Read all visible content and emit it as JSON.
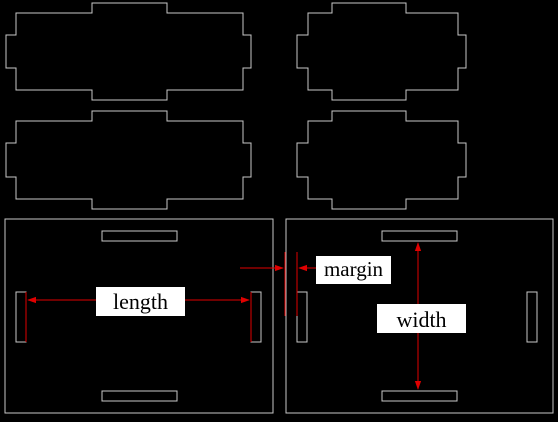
{
  "labels": {
    "length": "length",
    "margin": "margin",
    "width": "width"
  },
  "colors": {
    "background": "#000000",
    "outline": "#c8c8c8",
    "dimension": "#e00000",
    "label_bg": "#ffffff",
    "label_text": "#000000"
  }
}
